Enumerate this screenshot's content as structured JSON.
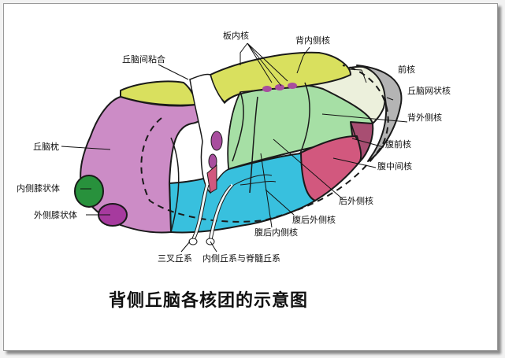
{
  "title": "背侧丘脑各核团的示意图",
  "labels": {
    "ban_nei_he": "板内核",
    "bei_nei_ce_he": "背内侧核",
    "qiu_nao_jian_nian_he": "丘脑间粘合",
    "qian_he": "前核",
    "qiu_nao_wang_zhuang_he": "丘脑网状核",
    "bei_wai_ce_he": "背外侧核",
    "qiu_nao_zhen": "丘脑枕",
    "fu_qian_he": "腹前核",
    "fu_zhong_jian_he": "腹中间核",
    "nei_ce_xi_zhuang_ti": "内侧膝状体",
    "hou_wai_ce_he": "后外侧核",
    "wai_ce_xi_zhuang_ti": "外侧膝状体",
    "fu_hou_wai_ce_he": "腹后外侧核",
    "fu_hou_nei_ce_he": "腹后内侧核",
    "san_cha_qiu_xi": "三叉丘系",
    "nei_ce_qiu_xi": "内侧丘系与脊髓丘系"
  },
  "colors": {
    "pulvinar": "#cc8cc6",
    "lateral_dorsal": "#a6dfa5",
    "ventral_posterior": "#38c0de",
    "ventral_intermediate": "#d2587e",
    "ventral_anterior": "#a84e72",
    "medial_dorsal": "#d9e05e",
    "anterior": "#ecf0dc",
    "reticular": "#b4b4b4",
    "medial_geniculate": "#28913c",
    "lateral_geniculate": "#a63a9e",
    "outline": "#1a1a1a"
  }
}
